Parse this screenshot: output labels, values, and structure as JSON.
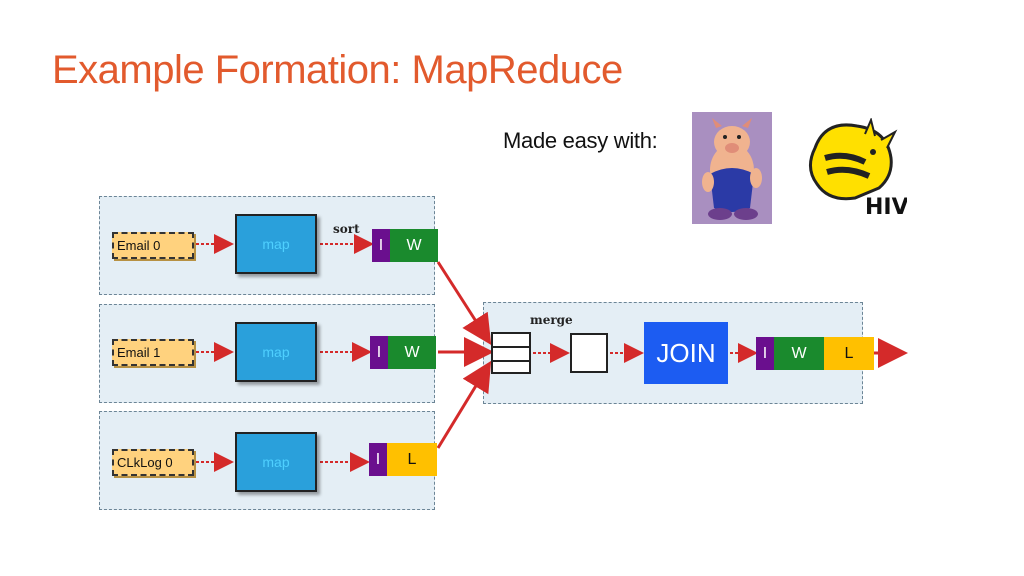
{
  "slide": {
    "title": "Example Formation: MapReduce",
    "made_easy": "Made easy with:",
    "logos": [
      "pig-logo",
      "hive-logo"
    ]
  },
  "hive_logo_text": "HIVE",
  "lanes": [
    {
      "input": "Email 0",
      "map": "map",
      "segments": [
        {
          "label": "I"
        },
        {
          "label": "W"
        }
      ],
      "sort_label": "sort"
    },
    {
      "input": "Email 1",
      "map": "map",
      "segments": [
        {
          "label": "I"
        },
        {
          "label": "W"
        }
      ]
    },
    {
      "input": "CLkLog 0",
      "map": "map",
      "segments": [
        {
          "label": "I"
        },
        {
          "label": "L"
        }
      ]
    }
  ],
  "merge": {
    "label": "merge",
    "join": "JOIN",
    "output_segments": [
      {
        "label": "I"
      },
      {
        "label": "W"
      },
      {
        "label": "L"
      }
    ]
  },
  "colors": {
    "title": "#e25a2d",
    "I": "#6a0f8e",
    "W": "#1a8a2d",
    "L": "#ffc000",
    "join": "#1c5cf2",
    "map": "#2aa0db",
    "input": "#ffd27e",
    "arrow": "#d42a2a"
  }
}
